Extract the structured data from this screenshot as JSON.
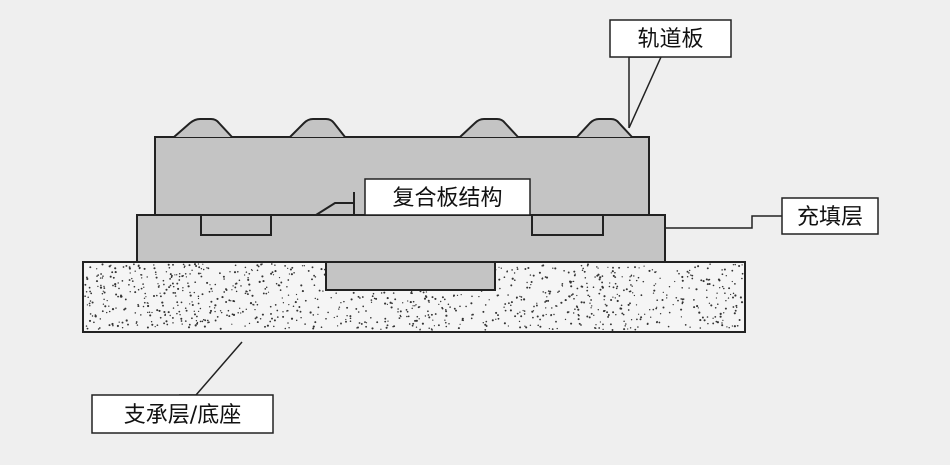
{
  "labels": {
    "rail_plate": "轨道板",
    "composite_structure": "复合板结构",
    "fill_layer": "充填层",
    "support_base": "支承层/底座"
  },
  "colors": {
    "background": "#efefef",
    "structure_fill": "#c4c4c4",
    "base_fill": "#f5f5f5",
    "outline": "#222222",
    "dots": "#333333"
  }
}
